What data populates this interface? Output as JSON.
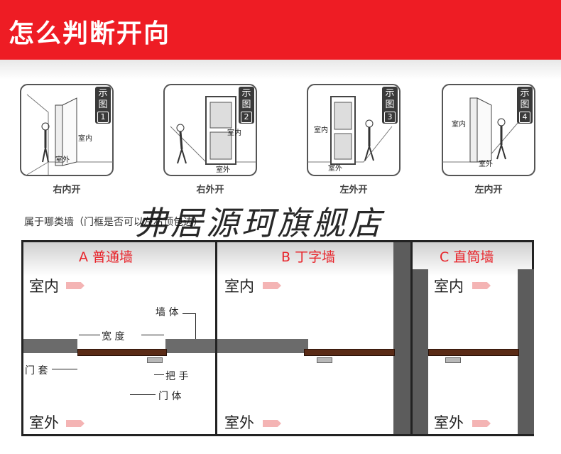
{
  "banner": {
    "title": "怎么判断开向",
    "color": "#ee1c24"
  },
  "cards": [
    {
      "tag": "示图",
      "num": "1",
      "inside": "室内",
      "outside": "室外",
      "caption": "右内开"
    },
    {
      "tag": "示图",
      "num": "2",
      "inside": "室内",
      "outside": "室外",
      "caption": "右外开"
    },
    {
      "tag": "示图",
      "num": "3",
      "inside": "室内",
      "outside": "室外",
      "caption": "左外开"
    },
    {
      "tag": "示图",
      "num": "4",
      "inside": "室内",
      "outside": "室外",
      "caption": "左内开"
    }
  ],
  "section": {
    "title": "属于哪类墙（门框是否可以左右顶包边）"
  },
  "watermark": "弗居源珂旗舰店",
  "panels": [
    {
      "letter": "A",
      "name": "普通墙",
      "inside": "室内",
      "outside": "室外"
    },
    {
      "letter": "B",
      "name": "丁字墙",
      "inside": "室内",
      "outside": "室外"
    },
    {
      "letter": "C",
      "name": "直筒墙",
      "inside": "室内",
      "outside": "室外"
    }
  ],
  "labels": {
    "wall": "墙 体",
    "width": "宽 度",
    "casing": "门 套",
    "handle": "把 手",
    "leaf": "门 体"
  }
}
